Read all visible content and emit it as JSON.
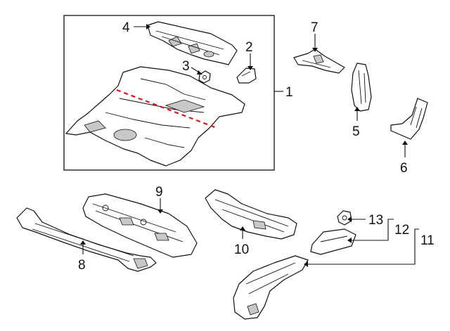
{
  "callouts": {
    "c1": "1",
    "c2": "2",
    "c3": "3",
    "c4": "4",
    "c5": "5",
    "c6": "6",
    "c7": "7",
    "c8": "8",
    "c9": "9",
    "c10": "10",
    "c11": "11",
    "c12": "12",
    "c13": "13"
  },
  "colors": {
    "line": "#111111",
    "cut_line": "#e0141e",
    "shade": "#c8c8c8",
    "background": "#ffffff"
  }
}
